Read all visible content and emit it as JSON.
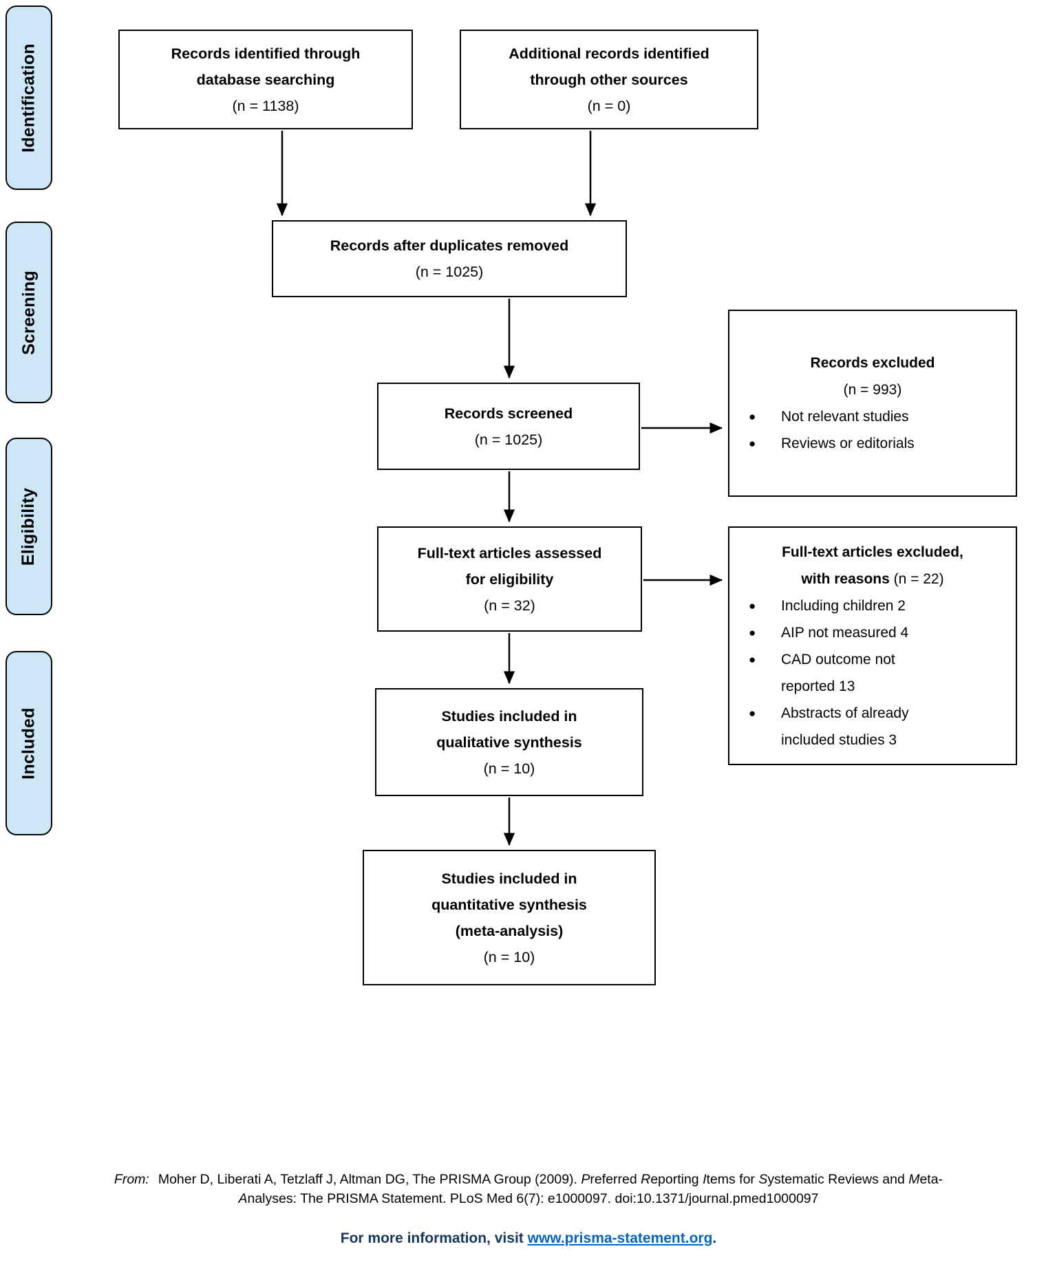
{
  "sidebar": {
    "stages": [
      "Identification",
      "Screening",
      "Eligibility",
      "Included"
    ]
  },
  "flow": {
    "identified": {
      "line1": "Records identified through",
      "line2": "database searching",
      "n": "(n = 1138)"
    },
    "additional": {
      "line1": "Additional records identified",
      "line2": "through other sources",
      "n": "(n = 0)"
    },
    "duplicates": {
      "line1": "Records after duplicates removed",
      "n": "(n = 1025)"
    },
    "screened": {
      "line1": "Records screened",
      "n": "(n = 1025)"
    },
    "records_excluded": {
      "title": "Records excluded",
      "n": "(n = 993)",
      "bullets": [
        "Not relevant studies",
        "Reviews or editorials"
      ]
    },
    "fulltext_assessed": {
      "line1": "Full-text articles assessed",
      "line2": "for eligibility",
      "n": "(n = 32)"
    },
    "fulltext_excluded": {
      "title": "Full-text articles excluded,",
      "subtitle_bold": "with reasons",
      "subtitle_n": "(n = 22)",
      "bullets": [
        [
          "Including children 2",
          ""
        ],
        [
          "AIP not measured 4",
          ""
        ],
        [
          "CAD outcome not",
          "reported 13"
        ],
        [
          "Abstracts of already",
          "included studies 3"
        ]
      ]
    },
    "qualitative": {
      "line1": "Studies included in",
      "line2": "qualitative synthesis",
      "n": "(n = 10)"
    },
    "quantitative": {
      "line1": "Studies included in",
      "line2": "quantitative synthesis",
      "line3": "(meta-analysis)",
      "n": "(n = 10)"
    }
  },
  "footer": {
    "from_label": "From:",
    "citation_start": "Moher D, Liberati A, Tetzlaff J, Altman DG, The PRISMA Group (2009). ",
    "title_segments": [
      {
        "it": "P",
        "t": "referred "
      },
      {
        "it": "R",
        "t": "eporting "
      },
      {
        "it": "I",
        "t": "tems for "
      },
      {
        "it": "S",
        "t": "ystematic Reviews and "
      },
      {
        "it": "M",
        "t": "eta-"
      }
    ],
    "line2_it": "A",
    "line2": "nalyses: The PRISMA Statement. PLoS Med 6(7): e1000097. doi:10.1371/journal.pmed1000097",
    "info_prefix": "For more information, visit ",
    "info_link": "www.prisma-statement.org",
    "info_suffix": ".",
    "colors": {
      "stage_fill": "#CDE7F7",
      "footer_navy": "#17365D",
      "link_blue": "#0563C1"
    }
  }
}
